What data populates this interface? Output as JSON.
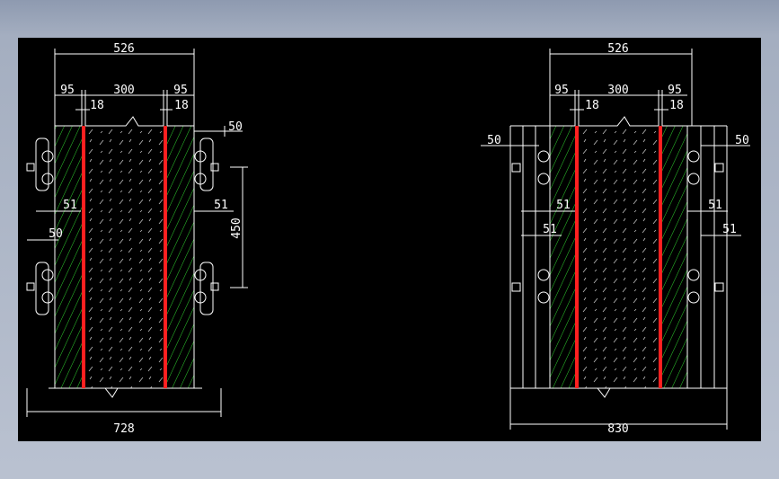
{
  "colors": {
    "background": "#000000",
    "frame": "#9aa5bb",
    "line": "#ffffff",
    "hatch": "#2fd02f",
    "membrane": "#ff2020",
    "concrete": "#b8b8b8"
  },
  "left_section": {
    "dim_total_top": "526",
    "dim_left_wall": "95",
    "dim_core": "300",
    "dim_right_wall": "95",
    "dim_membrane_left": "18",
    "dim_membrane_right": "18",
    "dim_side_right": "50",
    "dim_side_left": "50",
    "dim_inner_left": "51",
    "dim_inner_right": "51",
    "dim_spacing": "450",
    "dim_total_bottom": "728"
  },
  "right_section": {
    "dim_total_top": "526",
    "dim_left_wall": "95",
    "dim_core": "300",
    "dim_right_wall": "95",
    "dim_membrane_left": "18",
    "dim_membrane_right": "18",
    "dim_outer_left": "50",
    "dim_outer_right": "50",
    "dim_inner_left_a": "51",
    "dim_inner_left_b": "51",
    "dim_inner_right_a": "51",
    "dim_inner_right_b": "51",
    "dim_total_bottom": "830"
  }
}
